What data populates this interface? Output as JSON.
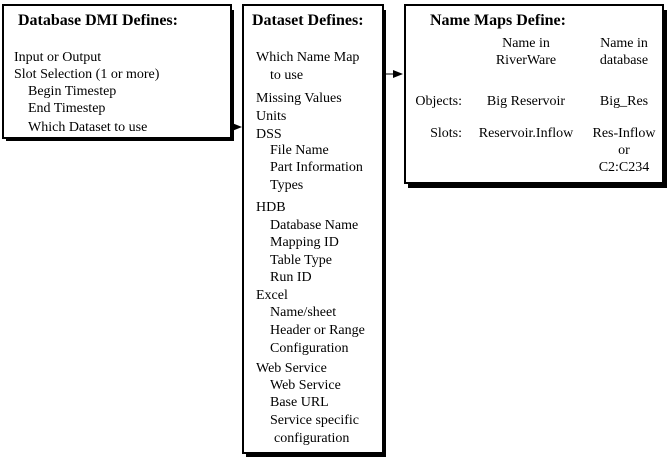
{
  "dmi": {
    "title": "Database DMI Defines:",
    "lines": [
      "Input or Output",
      "Slot Selection (1 or more)",
      "Begin Timestep",
      "End Timestep",
      "Which Dataset to use"
    ]
  },
  "dataset": {
    "title": "Dataset Defines:",
    "lines": [
      "Which Name Map",
      "to use",
      "Missing Values",
      "Units",
      "DSS",
      "File Name",
      "Part Information",
      "Types",
      "HDB",
      "Database Name",
      "Mapping ID",
      "Table Type",
      "Run ID",
      "Excel",
      "Name/sheet",
      "Header or Range",
      "Configuration",
      "Web Service",
      "Web Service",
      "Base URL",
      "Service specific",
      "configuration"
    ]
  },
  "namemaps": {
    "title": "Name Maps Define:",
    "col1_header": [
      "Name in",
      "RiverWare"
    ],
    "col2_header": [
      "Name in",
      "database"
    ],
    "rows": [
      {
        "label": "Objects:",
        "col1": "Big Reservoir",
        "col2": [
          "Big_Res"
        ]
      },
      {
        "label": "Slots:",
        "col1": "Reservoir.Inflow",
        "col2": [
          "Res-Inflow",
          "or",
          "C2:C234"
        ]
      }
    ]
  }
}
